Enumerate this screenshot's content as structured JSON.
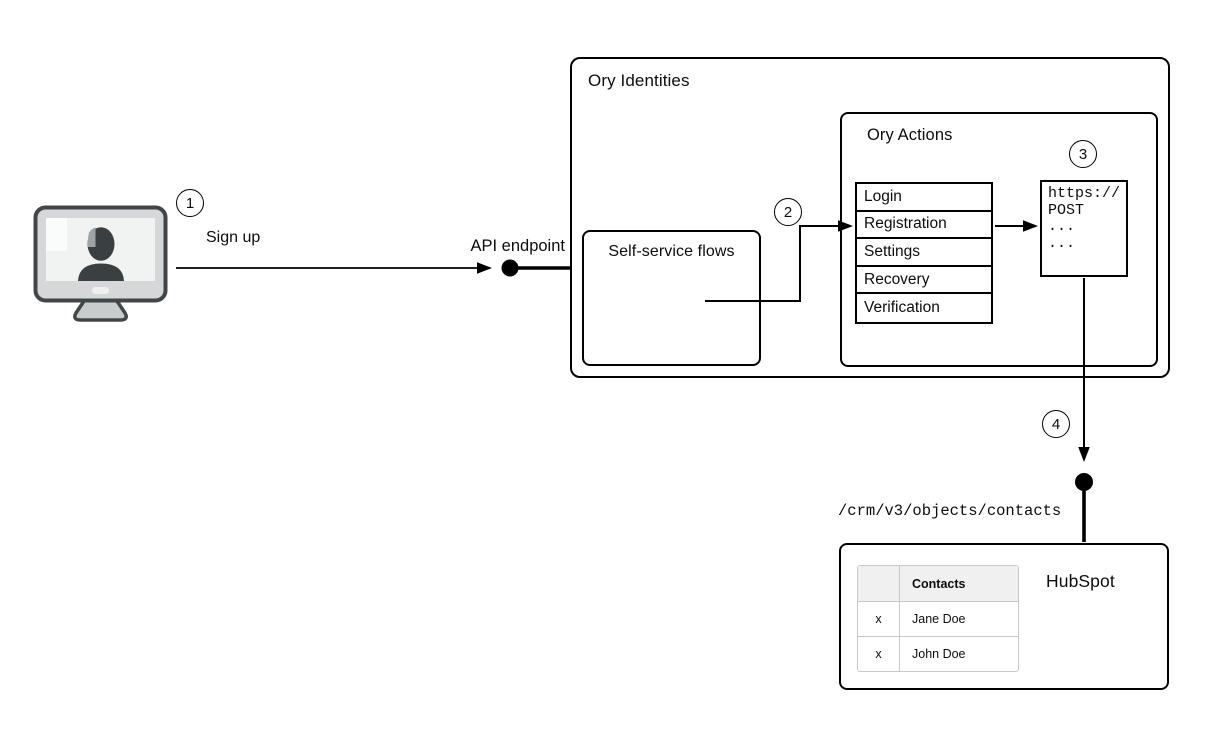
{
  "steps": {
    "one": "1",
    "two": "2",
    "three": "3",
    "four": "4"
  },
  "labels": {
    "sign_up": "Sign up",
    "api_endpoint": "API endpoint",
    "crm_endpoint": "/crm/v3/objects/contacts"
  },
  "ory_identities": {
    "title": "Ory Identities",
    "self_service_flows": {
      "title": "Self-service flows"
    },
    "ory_actions": {
      "title": "Ory Actions",
      "flows": [
        "Login",
        "Registration",
        "Settings",
        "Recovery",
        "Verification"
      ],
      "webhook_code": "https://\nPOST\n...\n..."
    }
  },
  "hubspot": {
    "title": "HubSpot",
    "contacts_table": {
      "header": "Contacts",
      "rows": [
        {
          "action": "x",
          "name": "Jane Doe"
        },
        {
          "action": "x",
          "name": "John Doe"
        }
      ]
    }
  },
  "icons": {
    "user_computer": "monitor-with-user-silhouette",
    "endpoint_dot": "filled-circle-endpoint"
  },
  "colors": {
    "stroke": "#000000",
    "table_border": "#c9c9c9",
    "table_header_bg": "#f0f0f0",
    "monitor_body": "#d5d7d8",
    "monitor_screen": "#f1f2f2",
    "silhouette": "#3a3f42"
  }
}
